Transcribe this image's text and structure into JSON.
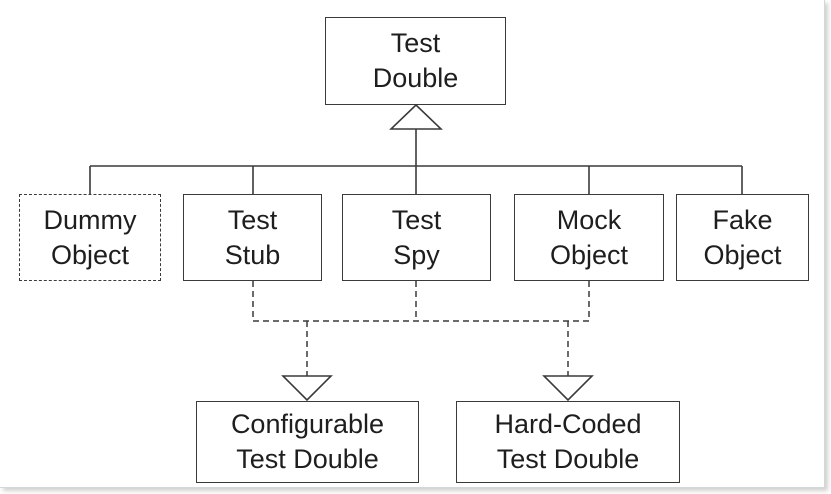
{
  "diagram": {
    "root": {
      "id": "test-double",
      "lines": [
        "Test",
        "Double"
      ]
    },
    "variants": [
      {
        "id": "dummy-object",
        "lines": [
          "Dummy",
          "Object"
        ],
        "dashed": true
      },
      {
        "id": "test-stub",
        "lines": [
          "Test",
          "Stub"
        ],
        "dashed": false
      },
      {
        "id": "test-spy",
        "lines": [
          "Test",
          "Spy"
        ],
        "dashed": false
      },
      {
        "id": "mock-object",
        "lines": [
          "Mock",
          "Object"
        ],
        "dashed": false
      },
      {
        "id": "fake-object",
        "lines": [
          "Fake",
          "Object"
        ],
        "dashed": false
      }
    ],
    "kinds": [
      {
        "id": "configurable-test-double",
        "lines": [
          "Configurable",
          "Test Double"
        ]
      },
      {
        "id": "hard-coded-test-double",
        "lines": [
          "Hard-Coded",
          "Test Double"
        ]
      }
    ],
    "generalization": {
      "parent": "test-double",
      "children": [
        "dummy-object",
        "test-stub",
        "test-spy",
        "mock-object",
        "fake-object"
      ]
    },
    "realizations": [
      {
        "from": [
          "test-stub",
          "test-spy",
          "mock-object"
        ],
        "to": "configurable-test-double"
      },
      {
        "from": [
          "test-stub",
          "test-spy",
          "mock-object"
        ],
        "to": "hard-coded-test-double"
      }
    ],
    "colors": {
      "stroke": "#3a3a3a",
      "text": "#1e1e1e",
      "background": "#ffffff"
    }
  }
}
